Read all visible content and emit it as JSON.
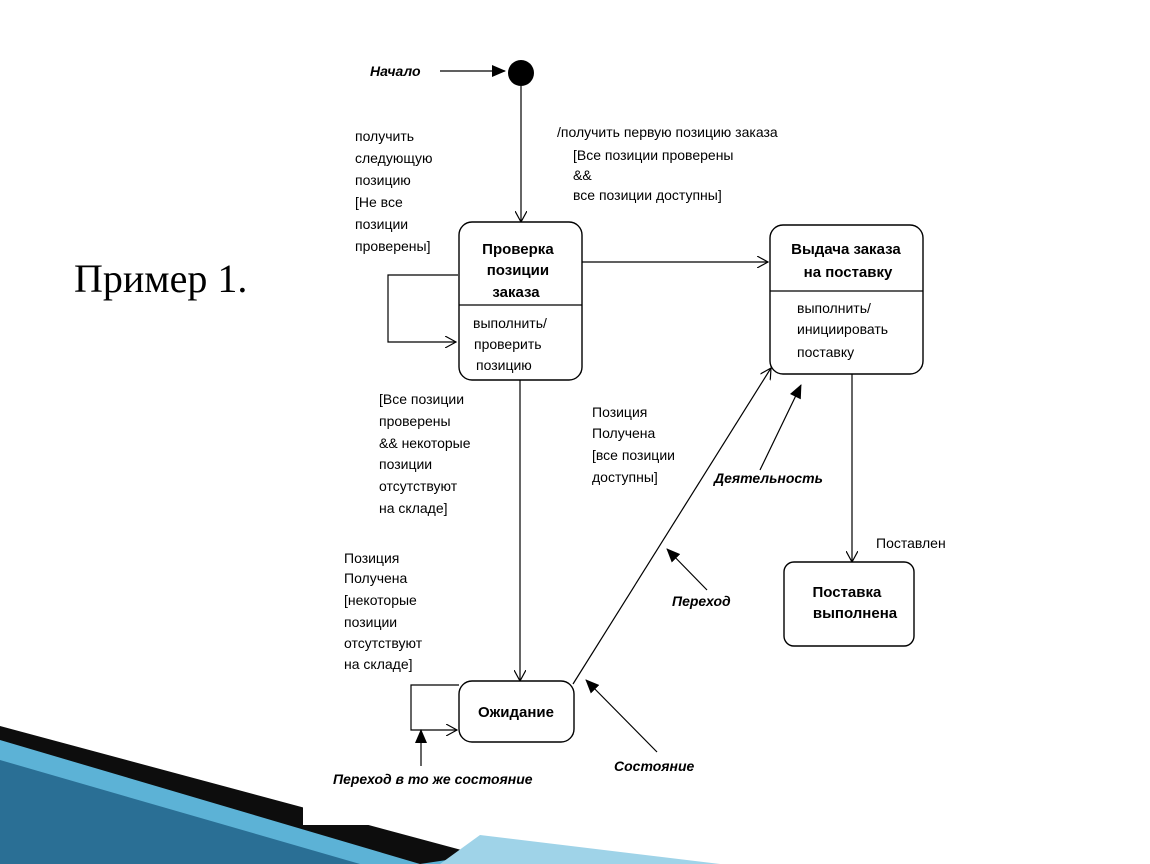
{
  "slide": {
    "title": "Пример 1."
  },
  "diagram": {
    "start_label": "Начало",
    "states": {
      "check": {
        "name": [
          "Проверка",
          "позиции",
          "заказа"
        ],
        "action": [
          "выполнить/",
          "проверить",
          "позицию"
        ]
      },
      "dispatch": {
        "name": [
          "Выдача заказа",
          "на поставку"
        ],
        "action": [
          "выполнить/",
          "инициировать",
          "поставку"
        ]
      },
      "waiting": {
        "name": [
          "Ожидание"
        ]
      },
      "delivered": {
        "name": [
          "Поставка",
          "выполнена"
        ]
      }
    },
    "transitions": {
      "self_loop_check": [
        "получить",
        "следующую",
        "позицию",
        "[Не все",
        "позиции",
        "проверены]"
      ],
      "check_to_dispatch": [
        "/получить первую позицию заказа",
        "[Все позиции проверены",
        "&&",
        "все позиции доступны]"
      ],
      "check_to_waiting": [
        "[Все позиции",
        "проверены",
        "&& некоторые",
        "позиции",
        "отсутствуют",
        "на складе]"
      ],
      "waiting_to_dispatch": [
        "Позиция",
        "Получена",
        "[все позиции",
        "доступны]"
      ],
      "waiting_self": [
        "Позиция",
        "Получена",
        "[некоторые",
        "позиции",
        "отсутствуют",
        "на складе]"
      ],
      "dispatch_to_delivered": [
        "Поставлен"
      ]
    },
    "callouts": {
      "activity": "Деятельность",
      "transition": "Переход",
      "state": "Состояние",
      "self_transition": "Переход в то же состояние"
    }
  }
}
